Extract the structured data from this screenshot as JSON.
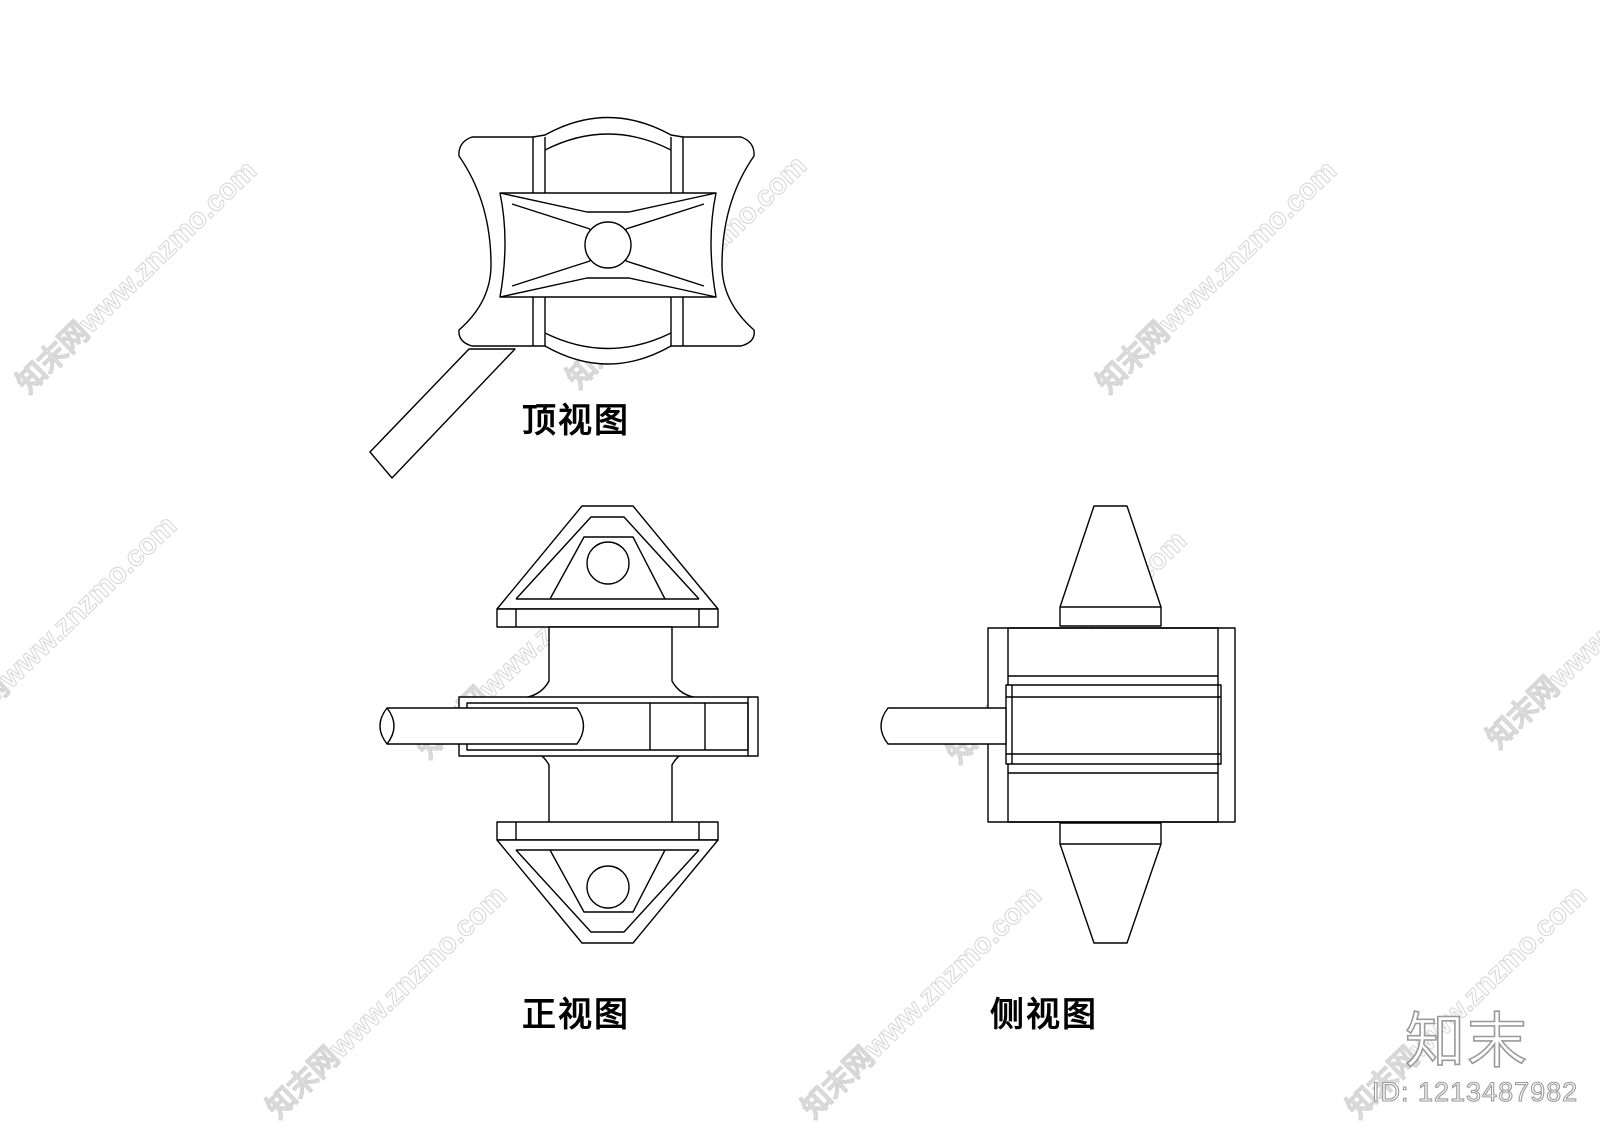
{
  "views": {
    "top": {
      "label": "顶视图"
    },
    "front": {
      "label": "正视图"
    },
    "side": {
      "label": "侧视图"
    }
  },
  "watermark": {
    "text": "知末网www.znzmo.com"
  },
  "brand": {
    "logo_text": "知末",
    "id_text": "ID: 1213487982"
  },
  "colors": {
    "line": "#000000",
    "background": "#ffffff",
    "watermark": "#cfcfcf"
  }
}
